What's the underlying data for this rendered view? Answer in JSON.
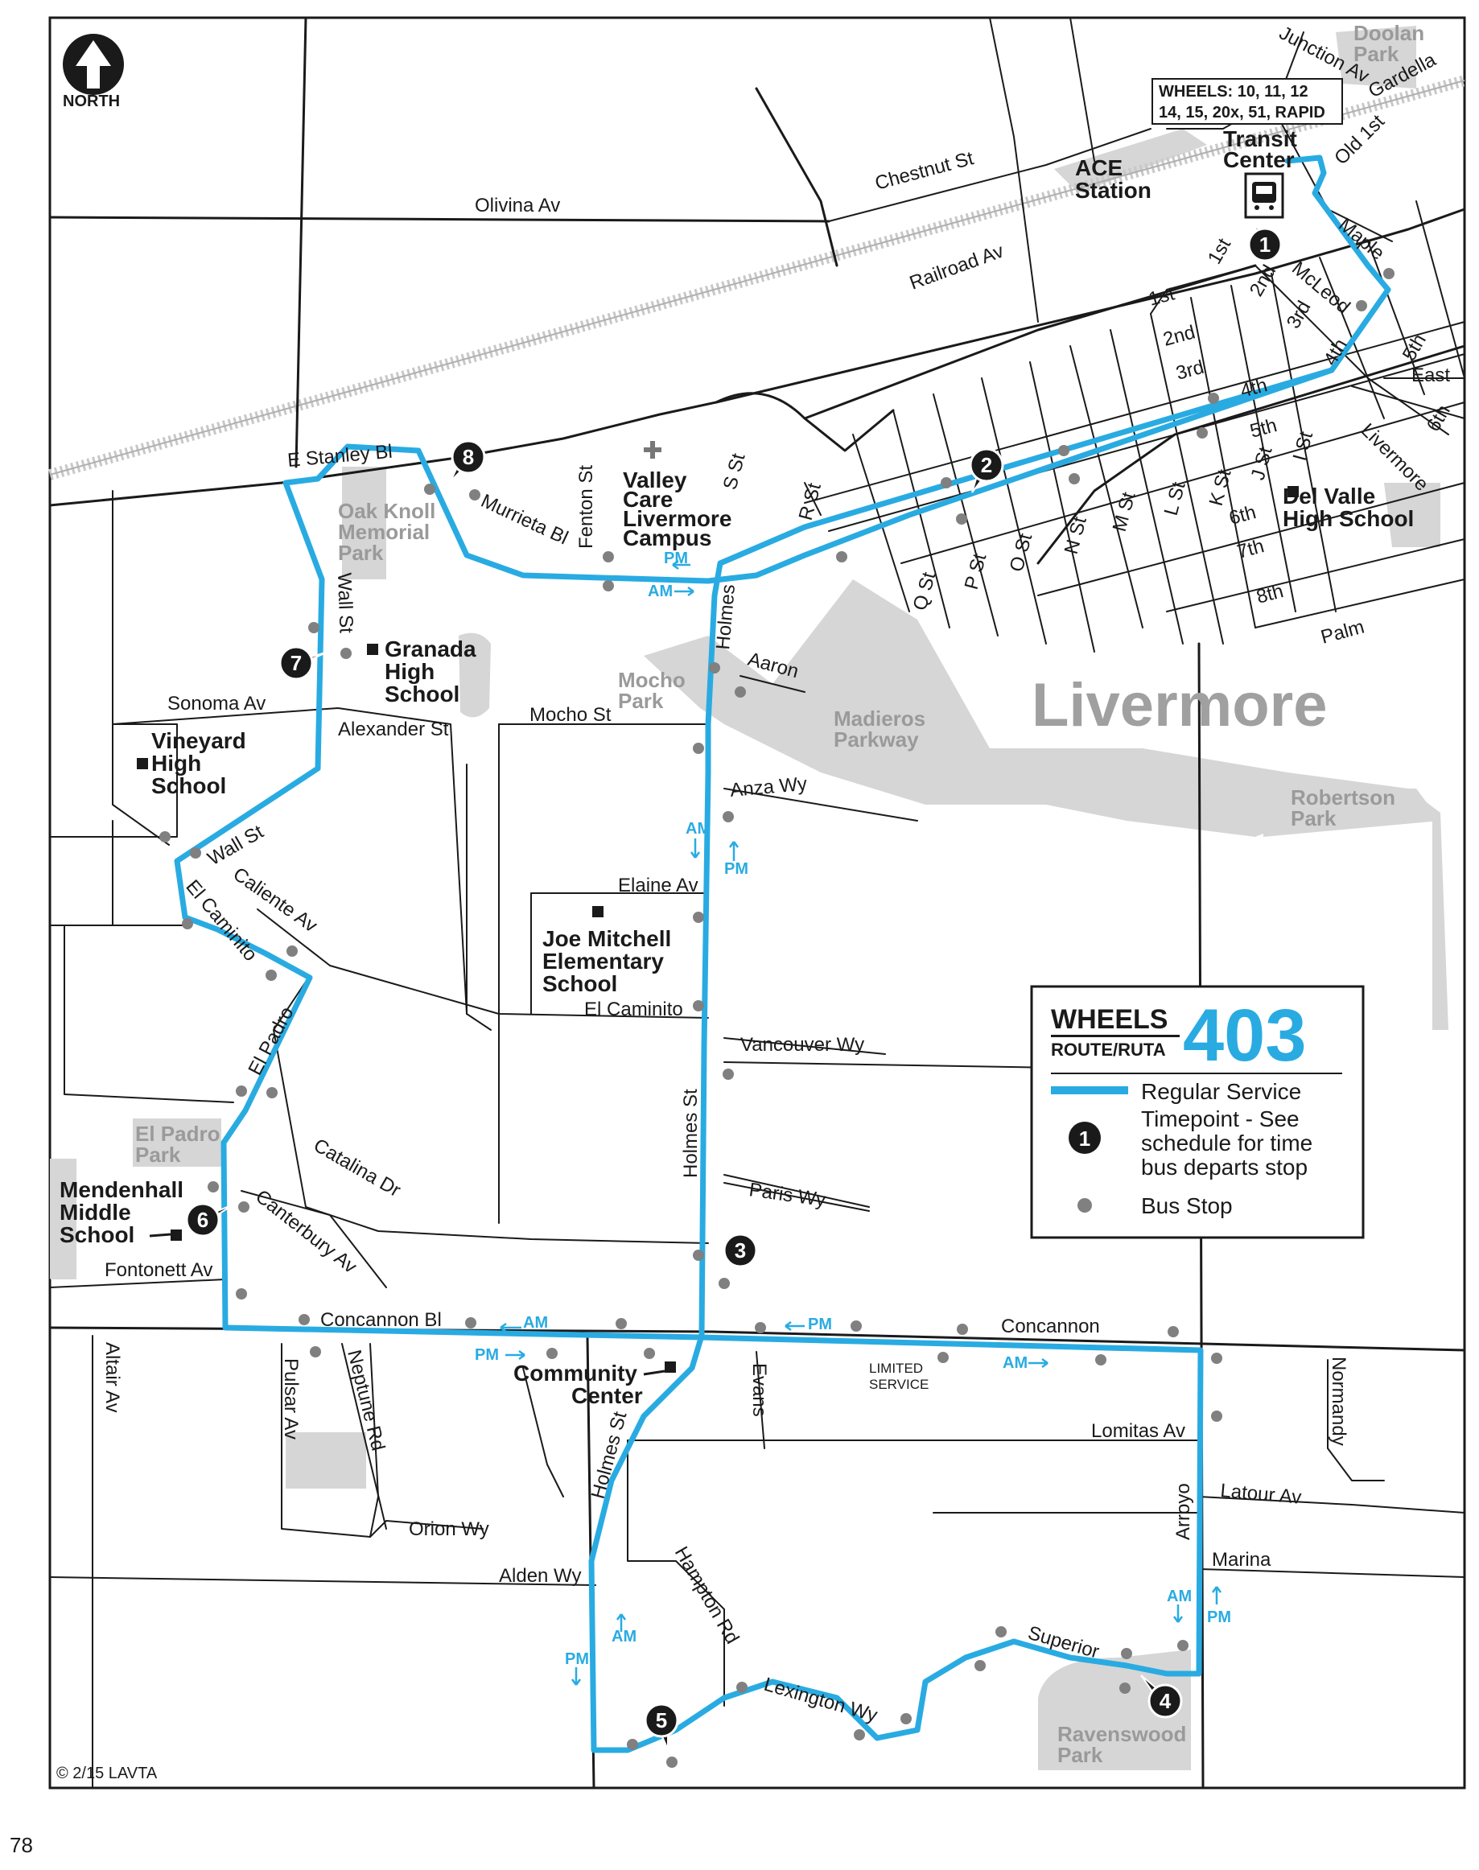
{
  "north_label": "NORTH",
  "city_label": "Livermore",
  "copyright": "© 2/15 LAVTA",
  "page_number": "78",
  "transit_box": {
    "line1": "WHEELS: 10, 11, 12",
    "line2": "14, 15, 20x, 51, RAPID"
  },
  "legend": {
    "brand": "WHEELS",
    "subtitle": "ROUTE/RUTA",
    "route_number": "403",
    "regular_service": "Regular Service",
    "timepoint_line1": "Timepoint - See",
    "timepoint_line2": "schedule for time",
    "timepoint_line3": "bus departs stop",
    "timepoint_sample": "1",
    "bus_stop": "Bus Stop"
  },
  "streets": {
    "junction_av": "Junction Av",
    "gardella": "Gardella",
    "old_1st": "Old 1st",
    "chestnut_st": "Chestnut St",
    "olivina_av": "Olivina Av",
    "railroad_av": "Railroad Av",
    "maple": "Maple",
    "mcleod": "McLeod",
    "st_1st_a": "1st",
    "st_1st_b": "1st",
    "st_2nd_a": "2nd",
    "st_2nd_b": "2nd",
    "st_3rd_a": "3rd",
    "st_3rd_b": "3rd",
    "st_4th_a": "4th",
    "st_4th_b": "4th",
    "st_5th_a": "5th",
    "st_5th_b": "5th",
    "st_6th_a": "6th",
    "st_6th_b": "6th",
    "st_7th": "7th",
    "st_8th": "8th",
    "east": "East",
    "livermore_av": "Livermore",
    "palm": "Palm",
    "i_st": "I St",
    "j_st": "J St",
    "k_st": "K St",
    "l_st": "L St",
    "m_st": "M St",
    "n_st": "N St",
    "o_st": "O St",
    "p_st": "P St",
    "q_st": "Q St",
    "r_st": "R St",
    "s_st": "S St",
    "e_stanley": "E Stanley Bl",
    "murrieta": "Murrieta Bl",
    "fenton": "Fenton St",
    "holmes_a": "Holmes",
    "holmes_b": "Holmes St",
    "holmes_c": "Holmes St",
    "aaron": "Aaron",
    "wall_st_a": "Wall St",
    "wall_st_b": "Wall St",
    "sonoma": "Sonoma Av",
    "alexander": "Alexander St",
    "mocho_st": "Mocho St",
    "anza": "Anza Wy",
    "elaine": "Elaine Av",
    "el_caminito_a": "El Caminito",
    "el_caminito_b": "El Caminito",
    "caliente": "Caliente Av",
    "el_padro": "El Padro",
    "vancouver": "Vancouver Wy",
    "catalina": "Catalina Dr",
    "paris": "Paris Wy",
    "canterbury": "Canterbury Av",
    "fontonett": "Fontonett Av",
    "concannon_bl": "Concannon Bl",
    "concannon": "Concannon",
    "limited_1": "LIMITED",
    "limited_2": "SERVICE",
    "evans": "Evans",
    "altair": "Altair Av",
    "pulsar": "Pulsar Av",
    "neptune": "Neptune Rd",
    "orion": "Orion Wy",
    "alden": "Alden Wy",
    "hampton": "Hampton Rd",
    "lexington": "Lexington Wy",
    "superior": "Superior",
    "lomitas": "Lomitas Av",
    "latour": "Latour Av",
    "arroyo": "Arroyo",
    "marina": "Marina",
    "normandy": "Normandy"
  },
  "places": {
    "ace_1": "ACE",
    "ace_2": "Station",
    "transit_1": "Transit",
    "transit_2": "Center",
    "valley_1": "Valley",
    "valley_2": "Care",
    "valley_3": "Livermore",
    "valley_4": "Campus",
    "delvalle_1": "Del Valle",
    "delvalle_2": "High School",
    "granada_1": "Granada",
    "granada_2": "High",
    "granada_3": "School",
    "vineyard_1": "Vineyard",
    "vineyard_2": "High",
    "vineyard_3": "School",
    "joe_1": "Joe Mitchell",
    "joe_2": "Elementary",
    "joe_3": "School",
    "mendenhall_1": "Mendenhall",
    "mendenhall_2": "Middle",
    "mendenhall_3": "School",
    "community_1": "Community",
    "community_2": "Center"
  },
  "parks": {
    "doolan_1": "Doolan",
    "doolan_2": "Park",
    "oak_1": "Oak Knoll",
    "oak_2": "Memorial",
    "oak_3": "Park",
    "mocho_1": "Mocho",
    "mocho_2": "Park",
    "madieros_1": "Madieros",
    "madieros_2": "Parkway",
    "robertson_1": "Robertson",
    "robertson_2": "Park",
    "elpadro_1": "El Padro",
    "elpadro_2": "Park",
    "ravenswood_1": "Ravenswood",
    "ravenswood_2": "Park"
  },
  "directions": {
    "am": "AM",
    "pm": "PM"
  },
  "timepoints": [
    "1",
    "2",
    "3",
    "4",
    "5",
    "6",
    "7",
    "8"
  ],
  "colors": {
    "route": "#29abe2",
    "park": "#d6d6d6",
    "stop": "#808080",
    "ink": "#1a1a1a"
  }
}
